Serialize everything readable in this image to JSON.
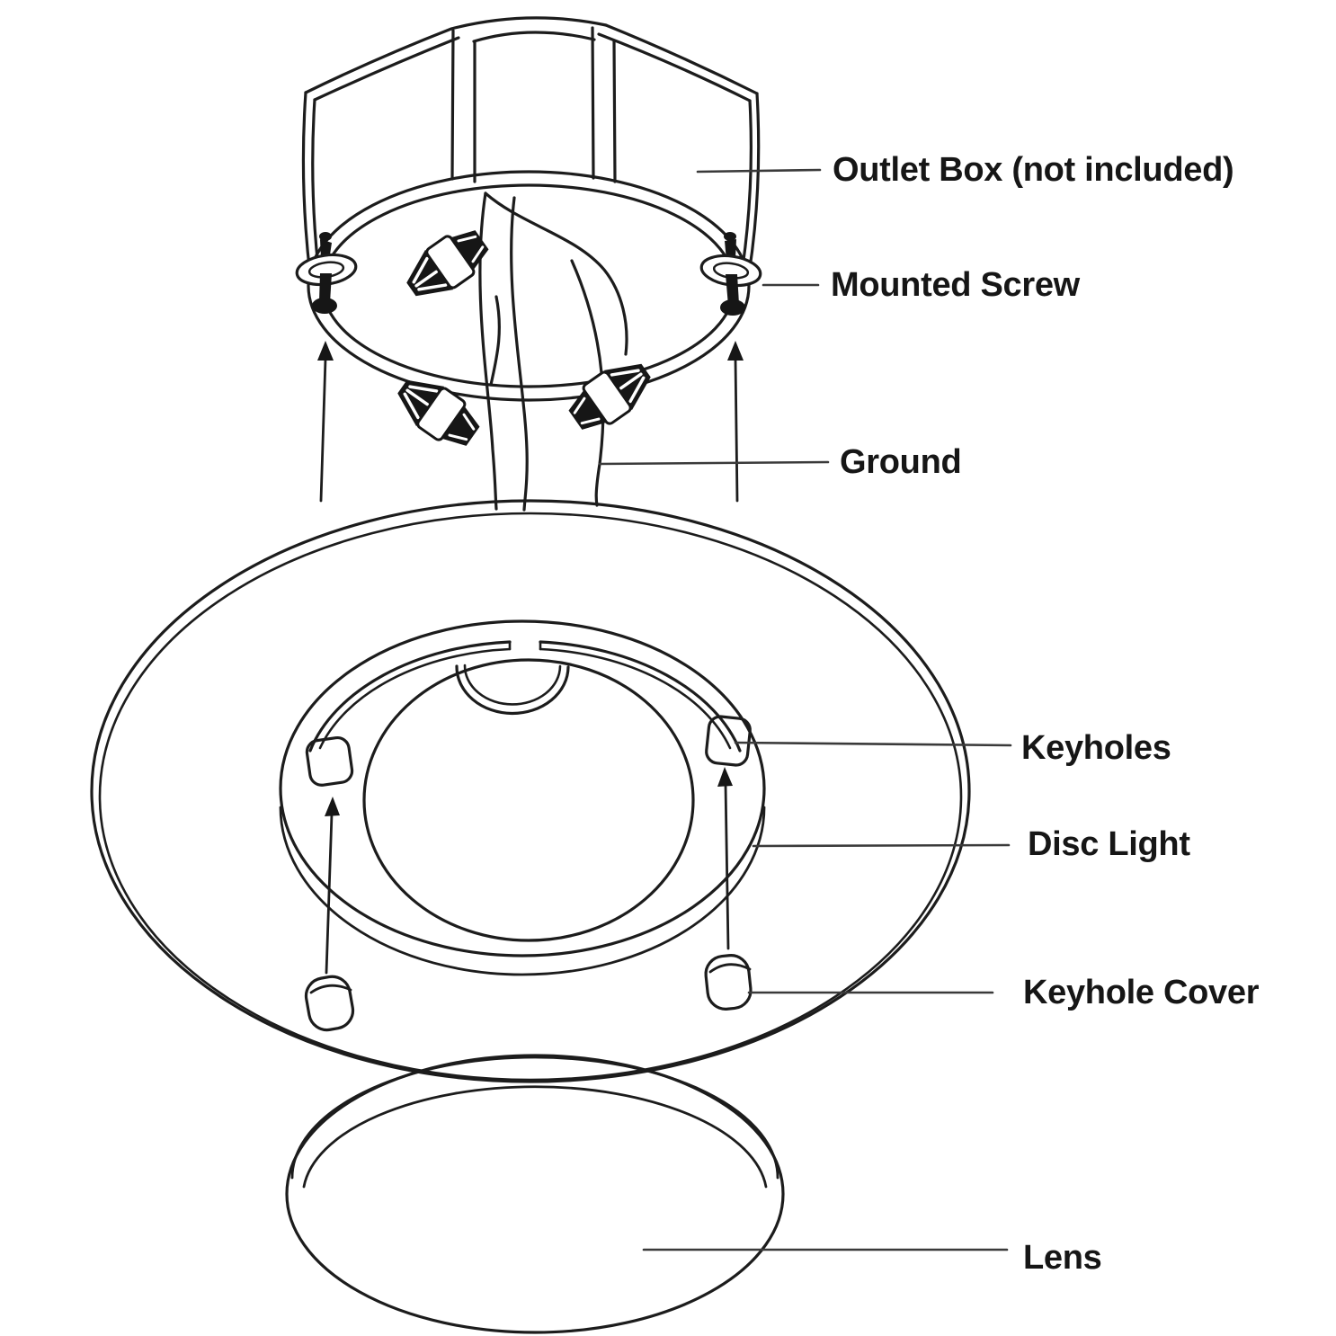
{
  "diagram": {
    "type": "exploded-installation-diagram",
    "subject": "disc light mounting to ceiling outlet box",
    "background_color": "#ffffff",
    "line_color": "#1c1c1c",
    "label_color": "#161616"
  },
  "labels": {
    "outlet_box": "Outlet Box (not included)",
    "mounted_screw": "Mounted Screw",
    "ground": "Ground",
    "keyholes": "Keyholes",
    "disc_light": "Disc Light",
    "keyhole_cover": "Keyhole Cover",
    "lens": "Lens"
  },
  "parts": [
    {
      "id": "outlet-box",
      "label": "Outlet Box (not included)"
    },
    {
      "id": "mounted-screw",
      "label": "Mounted Screw"
    },
    {
      "id": "ground",
      "label": "Ground"
    },
    {
      "id": "keyholes",
      "label": "Keyholes"
    },
    {
      "id": "disc-light",
      "label": "Disc Light"
    },
    {
      "id": "keyhole-cover",
      "label": "Keyhole Cover"
    },
    {
      "id": "lens",
      "label": "Lens"
    }
  ]
}
